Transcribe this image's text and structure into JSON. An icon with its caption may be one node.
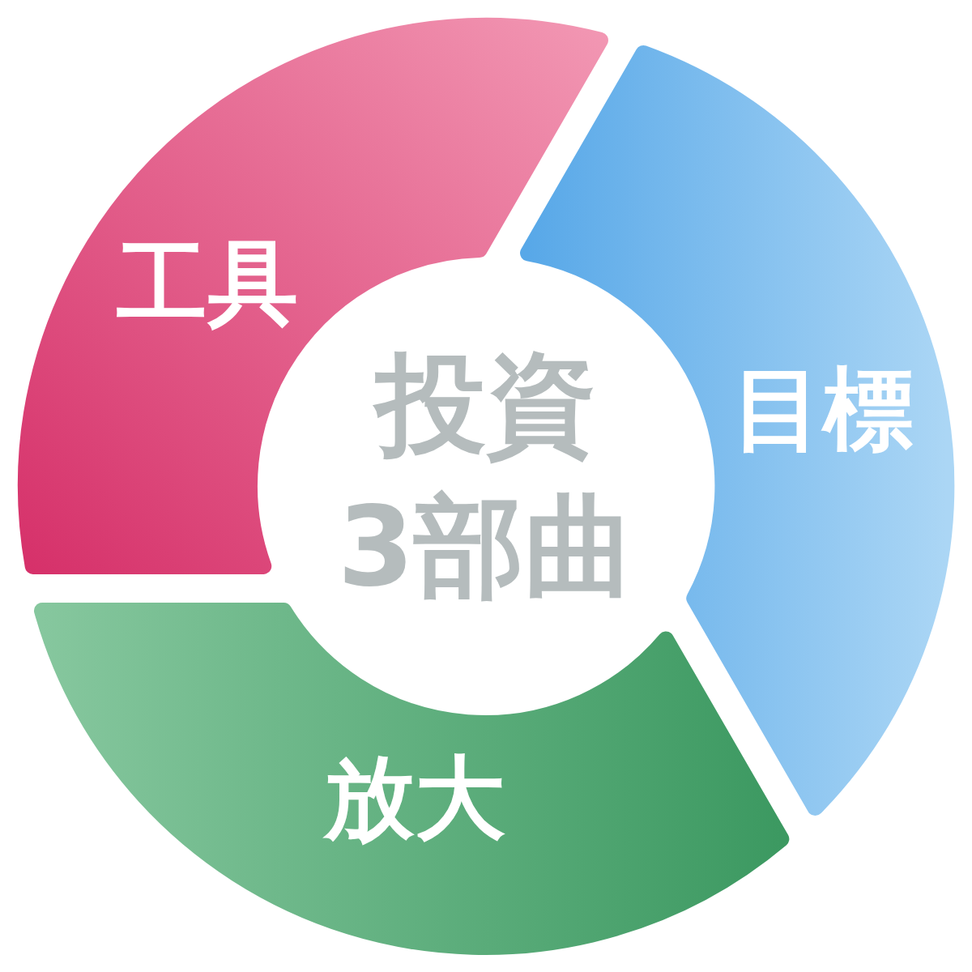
{
  "diagram": {
    "title": "投資3部曲",
    "nodes": [
      {
        "text": [
          "工具"
        ]
      },
      {
        "text": [
          "目標"
        ]
      },
      {
        "text": [
          "放大"
        ]
      }
    ]
  }
}
